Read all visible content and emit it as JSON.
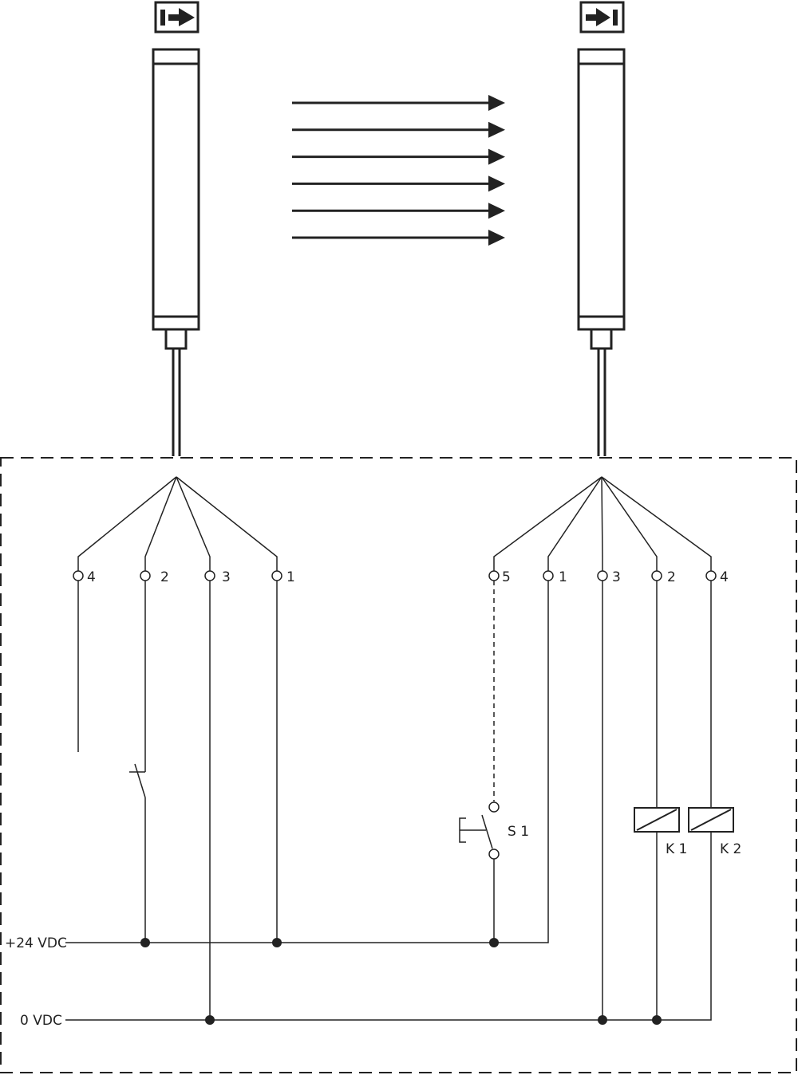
{
  "emitter": {
    "icon": "emitter-symbol-icon",
    "pins": [
      "4",
      "2",
      "3",
      "1"
    ]
  },
  "receiver": {
    "icon": "receiver-symbol-icon",
    "pins": [
      "5",
      "1",
      "3",
      "2",
      "4"
    ]
  },
  "beam_count": 6,
  "switch_label": "S 1",
  "relays": [
    "K 1",
    "K 2"
  ],
  "rails": {
    "positive": "+24 VDC",
    "zero": "0 VDC"
  },
  "colors": {
    "line": "#222222"
  }
}
